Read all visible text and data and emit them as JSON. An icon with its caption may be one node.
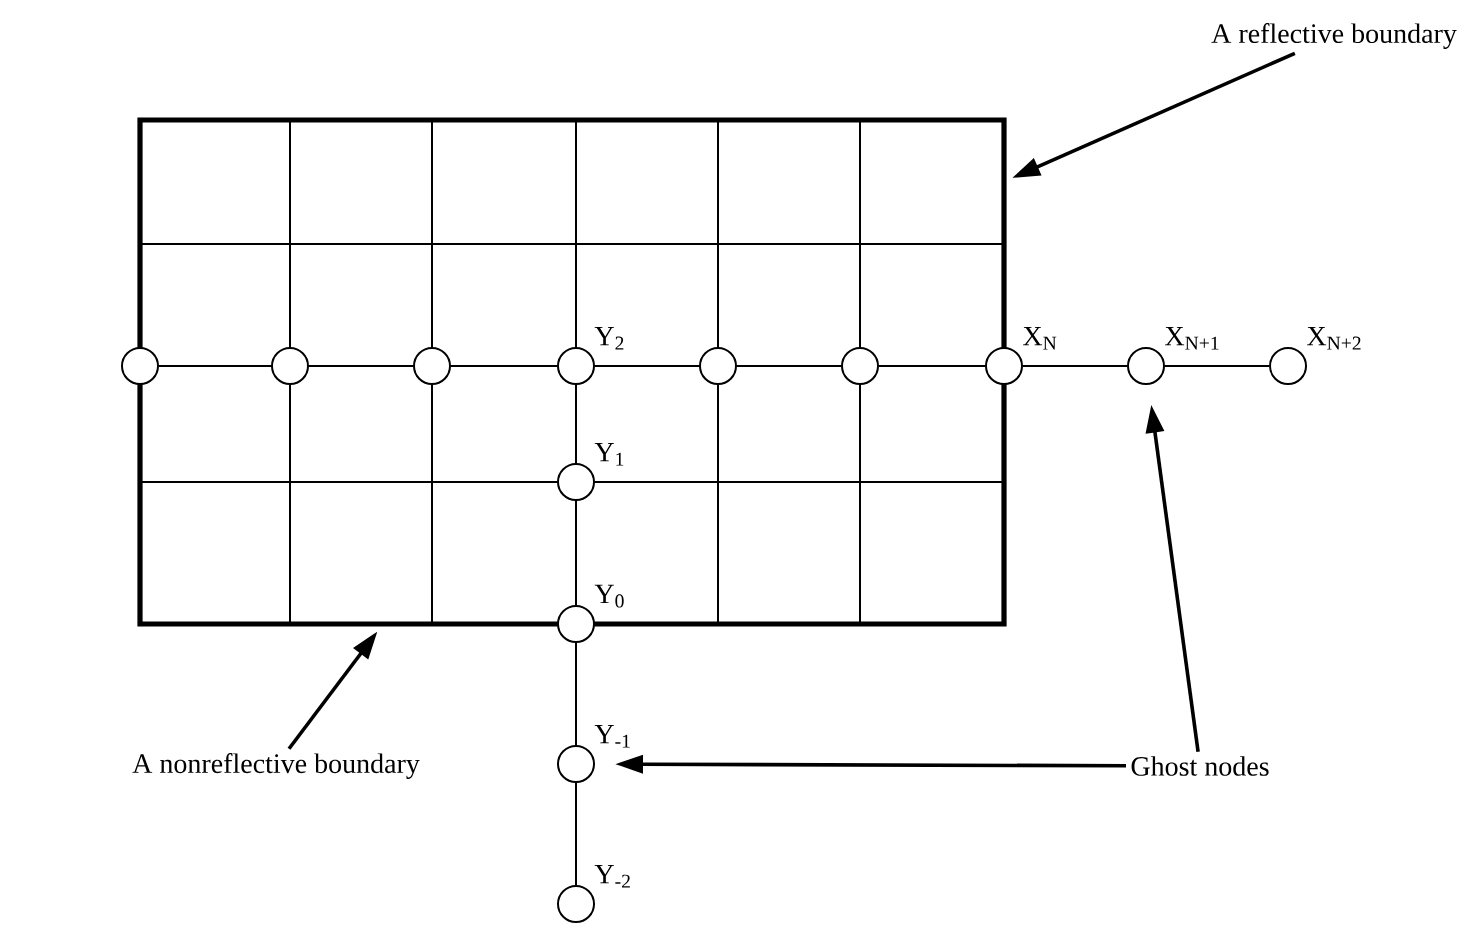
{
  "diagram": {
    "nodes": [
      {
        "text": [],
        "shape": "box"
      },
      {
        "text": [
          "A reflective boundary"
        ]
      },
      {
        "text": [],
        "shape": "circle"
      },
      {
        "text": [],
        "shape": "circle",
        "in": 0
      },
      {
        "text": [],
        "shape": "circle",
        "in": 0
      },
      {
        "text": [],
        "shape": "circle",
        "in": 0,
        "beside": [
          "Y$_{2}$"
        ]
      },
      {
        "text": [],
        "shape": "circle",
        "in": 0
      },
      {
        "text": [],
        "shape": "circle",
        "in": 0
      },
      {
        "text": [],
        "shape": "circle",
        "beside": [
          "X$_{N}$"
        ]
      },
      {
        "text": [],
        "shape": "circle",
        "beside": [
          "X$_{N+1}$"
        ]
      },
      {
        "text": [],
        "shape": "circle",
        "beside": [
          "X$_{N+2}$"
        ]
      },
      {
        "text": [],
        "shape": "circle",
        "in": 0,
        "beside": [
          "Y$_{1}$"
        ]
      },
      {
        "text": [],
        "shape": "circle",
        "beside": [
          "Y$_{0}$"
        ]
      },
      {
        "text": [],
        "shape": "circle",
        "beside": [
          "Y$_{-1}$"
        ]
      },
      {
        "text": [],
        "shape": "circle",
        "beside": [
          "Y$_{-2}$"
        ]
      },
      {
        "text": [
          "A nonreflective boundary"
        ]
      },
      {
        "text": [
          "Ghost nodes"
        ]
      }
    ],
    "edges": [
      {
        "from": 1,
        "to": 0,
        "arrow": "to"
      },
      {
        "from": 15,
        "to": 0,
        "arrow": "to"
      },
      {
        "from": 16,
        "to": 13,
        "arrow": "to"
      },
      {
        "from": 16,
        "to": 9,
        "arrow": "to"
      },
      {
        "from": 8,
        "to": 9,
        "arrow": "none"
      },
      {
        "from": 9,
        "to": 10,
        "arrow": "none"
      },
      {
        "from": 12,
        "to": 13,
        "arrow": "none"
      },
      {
        "from": 13,
        "to": 14,
        "arrow": "none"
      }
    ]
  }
}
